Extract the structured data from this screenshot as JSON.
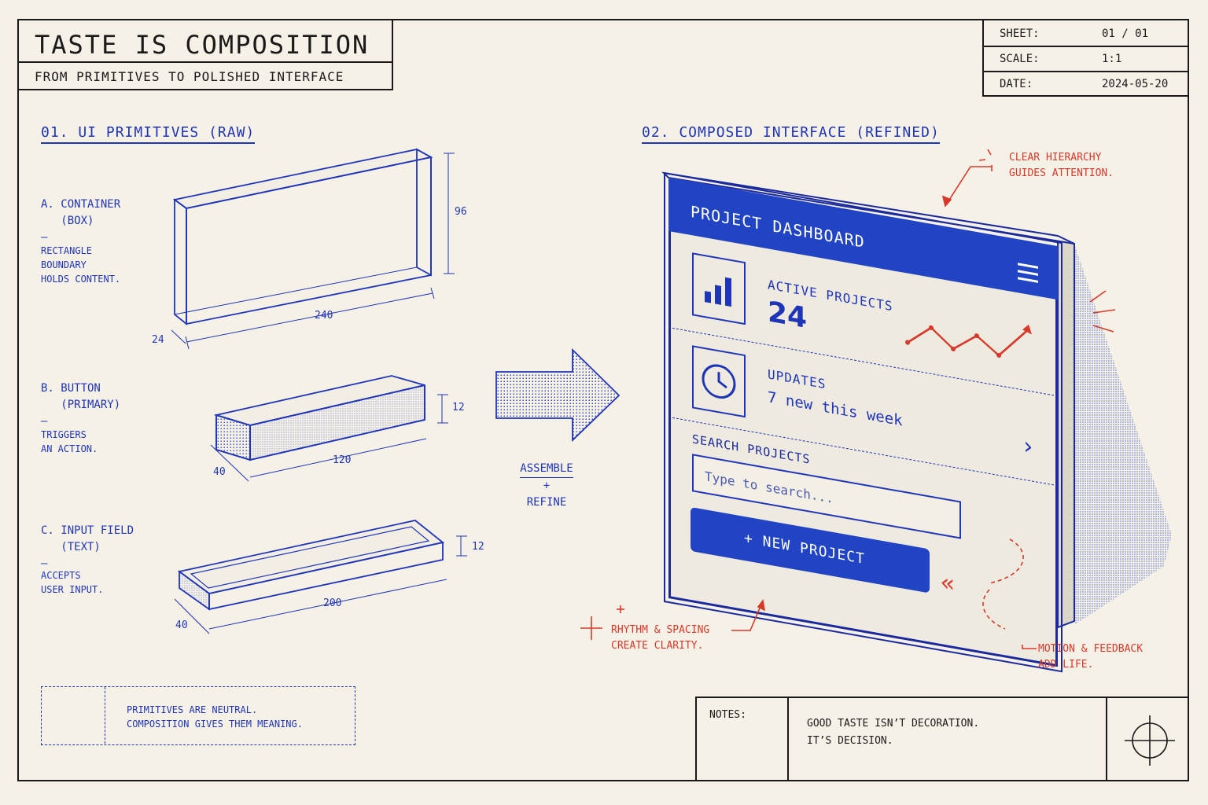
{
  "title": {
    "main": "TASTE IS COMPOSITION",
    "sub": "FROM PRIMITIVES TO POLISHED INTERFACE"
  },
  "meta": {
    "sheet_label": "SHEET:",
    "sheet_value": "01 / 01",
    "scale_label": "SCALE:",
    "scale_value": "1:1",
    "date_label": "DATE:",
    "date_value": "2024-05-20"
  },
  "primitives": {
    "heading": "01. UI PRIMITIVES (RAW)",
    "container": {
      "label": "A. CONTAINER\n   (BOX)\n—",
      "desc": "RECTANGLE\nBOUNDARY\nHOLDS CONTENT.",
      "dims": {
        "height": "96",
        "width": "240",
        "depth": "24"
      }
    },
    "button": {
      "label": "B. BUTTON\n   (PRIMARY)\n—",
      "desc": "TRIGGERS\nAN ACTION.",
      "dims": {
        "height": "12",
        "width": "120",
        "depth": "40"
      }
    },
    "input": {
      "label": "C. INPUT FIELD\n   (TEXT)\n—",
      "desc": "ACCEPTS\nUSER INPUT.",
      "dims": {
        "height": "12",
        "width": "200",
        "depth": "40"
      }
    }
  },
  "transition": {
    "assemble": "ASSEMBLE",
    "plus": "+",
    "refine": "REFINE"
  },
  "composed": {
    "heading": "02. COMPOSED INTERFACE (REFINED)",
    "dashboard": {
      "title": "PROJECT DASHBOARD",
      "active_label": "ACTIVE PROJECTS",
      "active_value": "24",
      "updates_label": "UPDATES",
      "updates_value": "7 new this week",
      "search_label": "SEARCH PROJECTS",
      "search_placeholder": "Type to search...",
      "new_button": "+ NEW PROJECT"
    }
  },
  "annotations": {
    "hierarchy": "CLEAR HIERARCHY\nGUIDES ATTENTION.",
    "rhythm": "RHYTHM & SPACING\nCREATE CLARITY.",
    "motion": "MOTION & FEEDBACK\nADD LIFE."
  },
  "legend": {
    "text": "PRIMITIVES ARE NEUTRAL.\nCOMPOSITION GIVES THEM MEANING."
  },
  "notes": {
    "label": "NOTES:",
    "text": "GOOD TASTE ISN’T DECORATION.\nIT’S DECISION."
  },
  "colors": {
    "ink_blue": "#1f35b8",
    "header_blue": "#2144c4",
    "accent_red": "#d8382a",
    "paper": "#f6f1e6"
  }
}
